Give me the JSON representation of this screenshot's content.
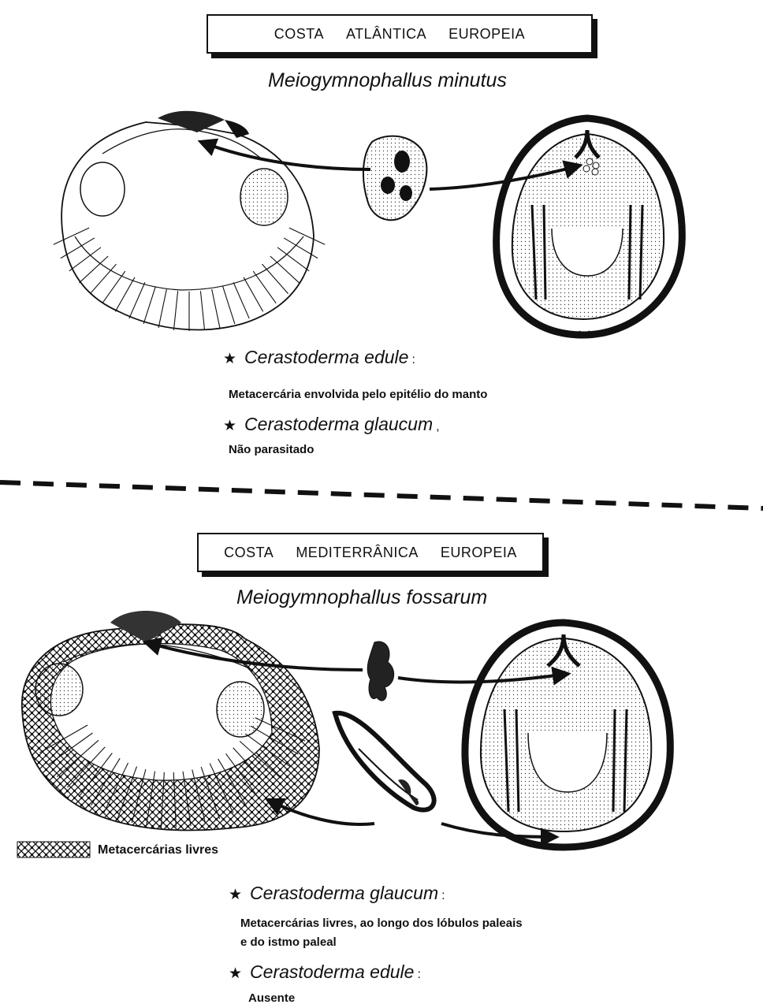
{
  "top": {
    "header_words": [
      "COSTA",
      "ATLÂNTICA",
      "EUROPEIA"
    ],
    "species": "Meiogymnophallus minutus",
    "hosts": [
      {
        "name": "Cerastoderma edule",
        "sep": ":",
        "note": "Metacercária envolvida pelo epitélio do manto"
      },
      {
        "name": "Cerastoderma glaucum",
        "sep": ",",
        "note": "Não parasitado"
      }
    ]
  },
  "bottom": {
    "header_words": [
      "COSTA",
      "MEDITERRÂNICA",
      "EUROPEIA"
    ],
    "species": "Meiogymnophallus fossarum",
    "legend_label": "Metacercárias livres",
    "hosts": [
      {
        "name": "Cerastoderma glaucum",
        "sep": ":",
        "note_lines": [
          "Metacercárias livres, ao longo dos lóbulos paleais",
          "e do istmo paleal"
        ]
      },
      {
        "name": "Cerastoderma edule",
        "sep": ":",
        "note": "Ausente"
      }
    ]
  }
}
